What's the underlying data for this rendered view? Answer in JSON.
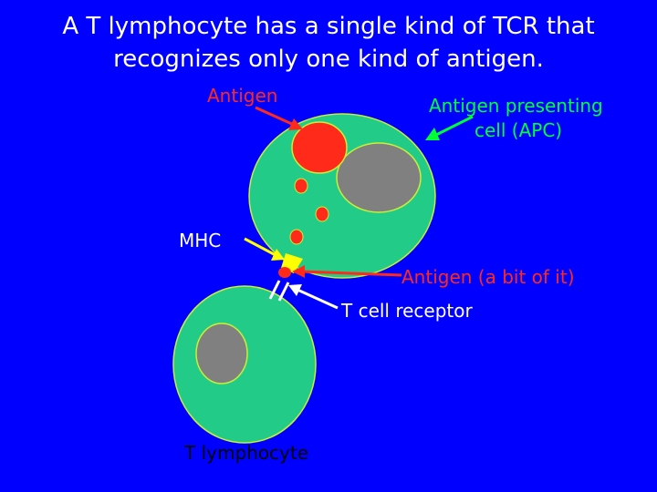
{
  "title": {
    "line1": "A T lymphocyte has a single kind of TCR that",
    "line2": "recognizes only one kind of antigen."
  },
  "labels": {
    "antigen": "Antigen",
    "apc_line1": "Antigen presenting",
    "apc_line2": "cell (APC)",
    "mhc": "MHC",
    "antigen_bit": "Antigen (a bit of it)",
    "tcr": "T cell receptor",
    "t_lymphocyte": "T lymphocyte"
  },
  "colors": {
    "background": "#0000FF",
    "cell": "#22CC88",
    "nucleus": "#808080",
    "antigen": "#FF2A1A",
    "mhc": "#FFFF00",
    "receptor": "#FFFFFF"
  }
}
